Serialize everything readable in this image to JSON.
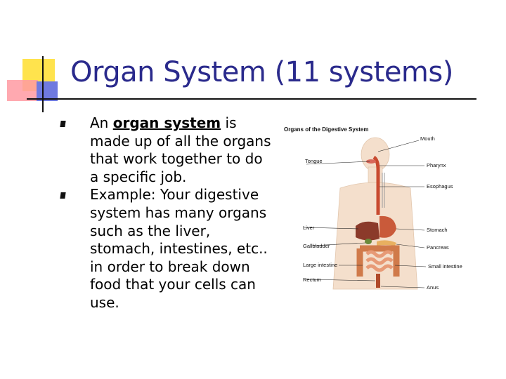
{
  "slide": {
    "title": "Organ System (11 systems)",
    "bullets": [
      {
        "before": "An ",
        "term": "organ system",
        "after": " is made up of all the organs that work together to do a specific job."
      },
      {
        "text": "Example:  Your digestive system has many organs such as the liver, stomach, intestines, etc.. in order to break down food that your cells can use."
      }
    ]
  },
  "figure": {
    "title": "Organs of the Digestive System",
    "labels_left": [
      "Tongue",
      "Liver",
      "Gallbladder",
      "Large intestine",
      "Rectum"
    ],
    "labels_right": [
      "Mouth",
      "Pharynx",
      "Esophagus",
      "Stomach",
      "Pancreas",
      "Small intestine",
      "Anus"
    ]
  },
  "colors": {
    "title": "#2a2a8c",
    "accent_yellow": "#ffe34d",
    "accent_blue": "#6f7ae0",
    "accent_pink": "#ff8a8a"
  },
  "icons": {
    "bullet": "square-bullet-icon"
  }
}
